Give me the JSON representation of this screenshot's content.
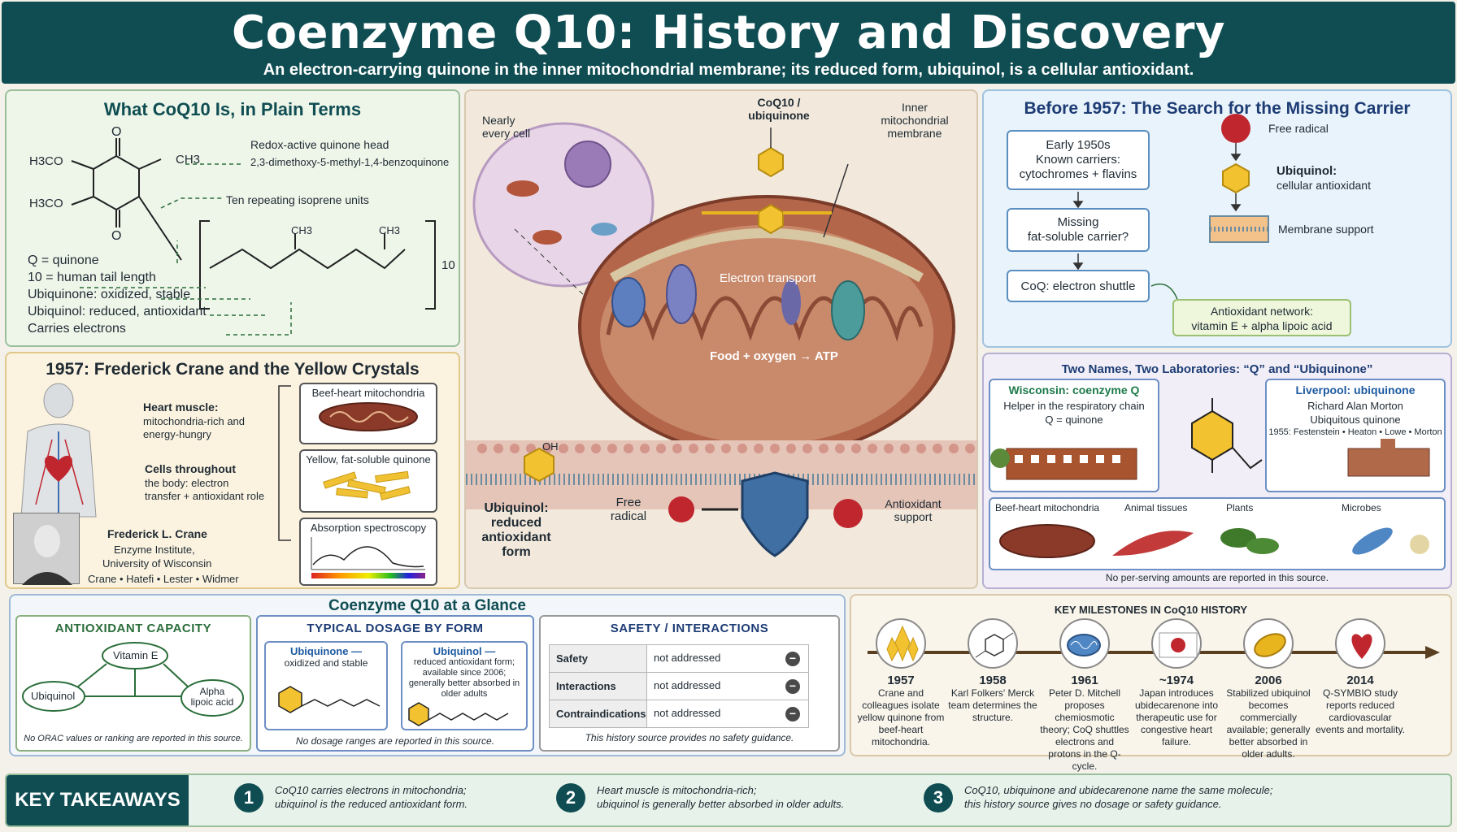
{
  "header": {
    "title": "Coenzyme Q10: History and Discovery",
    "subtitle": "An electron-carrying quinone in the inner mitochondrial membrane; its reduced form, ubiquinol, is a cellular antioxidant."
  },
  "what": {
    "title": "What CoQ10 Is, in Plain Terms",
    "h3co_top": "H3CO",
    "h3co_bottom": "H3CO",
    "ch3": "CH3",
    "o": "O",
    "head_label": "Redox-active quinone head",
    "head_name": "2,3-dimethoxy-5-methyl-1,4-benzoquinone",
    "isoprene": "Ten repeating isoprene units",
    "subscript": "10",
    "legend": [
      "Q = quinone",
      "10 = human tail length",
      "Ubiquinone: oxidized, stable",
      "Ubiquinol: reduced, antioxidant",
      "Carries electrons"
    ]
  },
  "crane": {
    "title": "1957: Frederick Crane and the Yellow Crystals",
    "heart_label": "Heart muscle:",
    "heart_desc1": "mitochondria-rich and",
    "heart_desc2": "energy-hungry",
    "cells_label": "Cells throughout",
    "cells_desc1": "the body: electron",
    "cells_desc2": "transfer + antioxidant role",
    "person_name": "Frederick L. Crane",
    "person_inst1": "Enzyme Institute,",
    "person_inst2": "University of Wisconsin",
    "person_team": "Crane • Hatefi • Lester • Widmer",
    "card1": "Beef-heart mitochondria",
    "card2": "Yellow, fat-soluble quinone",
    "card3": "Absorption spectroscopy"
  },
  "center": {
    "nearly_cell": "Nearly every cell",
    "coq10": "CoQ10 / ubiquinone",
    "inner_membrane": "Inner mitochondrial membrane",
    "electron_transport": "Electron transport",
    "food": "Food + oxygen → ATP",
    "ubiquinol_label": "Ubiquinol: reduced antioxidant form",
    "free_radical": "Free radical",
    "antioxidant": "Antioxidant support",
    "oh": "OH"
  },
  "before": {
    "title": "Before 1957: The Search for the Missing Carrier",
    "box1a": "Early 1950s",
    "box1b": "Known carriers:",
    "box1c": "cytochromes + flavins",
    "box2a": "Missing",
    "box2b": "fat-soluble carrier?",
    "box3": "CoQ: electron shuttle",
    "free_radical": "Free radical",
    "ubiquinol_a": "Ubiquinol:",
    "ubiquinol_b": "cellular antioxidant",
    "membrane": "Membrane support",
    "network_a": "Antioxidant network:",
    "network_b": "vitamin E + alpha lipoic acid"
  },
  "names": {
    "title": "Two Names, Two Laboratories: “Q” and “Ubiquinone”",
    "wis_title": "Wisconsin: coenzyme Q",
    "wis_a": "Helper in the respiratory chain",
    "wis_b": "Q = quinone",
    "liv_title": "Liverpool: ubiquinone",
    "liv_a": "Richard Alan Morton",
    "liv_b": "Ubiquitous quinone",
    "liv_c": "1955: Festenstein • Heaton • Lowe • Morton",
    "sources": [
      "Beef-heart mitochondria",
      "Animal tissues",
      "Plants",
      "Microbes"
    ],
    "note": "No per-serving amounts are reported in this source."
  },
  "glance": {
    "title": "Coenzyme Q10 at a Glance",
    "antioxidant_title": "ANTIOXIDANT CAPACITY",
    "vitamin_e": "Vitamin E",
    "ubiquinol": "Ubiquinol",
    "alpha": "Alpha lipoic acid",
    "antioxidant_note": "No ORAC values or ranking are reported in this source.",
    "dosage_title": "TYPICAL DOSAGE BY FORM",
    "ubiquinone_title": "Ubiquinone —",
    "ubiquinone_desc": "oxidized and stable",
    "ubiquinol_title": "Ubiquinol —",
    "ubiquinol_desc": "reduced antioxidant form; available since 2006; generally better absorbed in older adults",
    "dosage_note": "No dosage ranges are reported in this source.",
    "safety_title": "SAFETY / INTERACTIONS",
    "rows": [
      {
        "k": "Safety",
        "v": "not addressed"
      },
      {
        "k": "Interactions",
        "v": "not addressed"
      },
      {
        "k": "Contraindications",
        "v": "not addressed"
      }
    ],
    "safety_note": "This history source provides no safety guidance."
  },
  "milestones": {
    "title": "KEY MILESTONES IN CoQ10 HISTORY",
    "items": [
      {
        "year": "1957",
        "text": "Crane and colleagues isolate yellow quinone from beef-heart mitochondria."
      },
      {
        "year": "1958",
        "text": "Karl Folkers' Merck team determines the structure."
      },
      {
        "year": "1961",
        "text": "Peter D. Mitchell proposes chemiosmotic theory; CoQ shuttles electrons and protons in the Q-cycle."
      },
      {
        "year": "~1974",
        "text": "Japan introduces ubidecarenone into therapeutic use for congestive heart failure."
      },
      {
        "year": "2006",
        "text": "Stabilized ubiquinol becomes commercially available; generally better absorbed in older adults."
      },
      {
        "year": "2014",
        "text": "Q-SYMBIO study reports reduced cardiovascular events and mortality."
      }
    ]
  },
  "takeaways": {
    "label": "KEY TAKEAWAYS",
    "items": [
      {
        "n": "1",
        "a": "CoQ10 carries electrons in mitochondria;",
        "b": "ubiquinol is the reduced antioxidant form."
      },
      {
        "n": "2",
        "a": "Heart muscle is mitochondria-rich;",
        "b": "ubiquinol is generally better absorbed in older adults."
      },
      {
        "n": "3",
        "a": "CoQ10, ubiquinone and ubidecarenone name the same molecule;",
        "b": "this history source gives no dosage or safety guidance."
      }
    ]
  },
  "colors": {
    "teal": "#0f4d52",
    "navy": "#1d3c74",
    "yellow": "#f2c230",
    "red": "#c0262e"
  }
}
